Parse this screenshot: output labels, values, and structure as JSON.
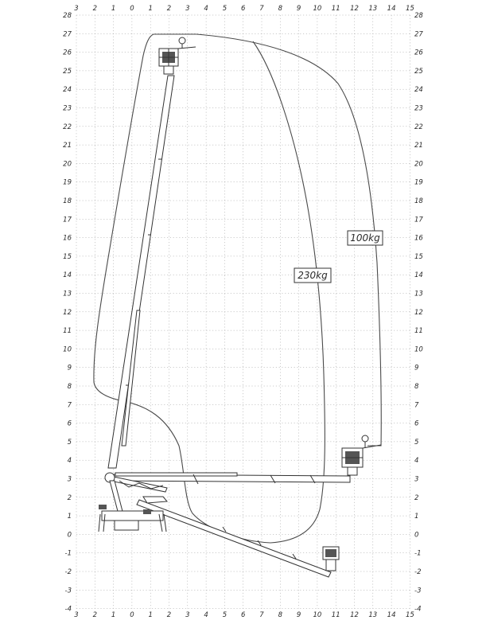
{
  "diagram": {
    "x_axis_labels": [
      "3",
      "2",
      "1",
      "0",
      "1",
      "2",
      "3",
      "4",
      "5",
      "6",
      "7",
      "8",
      "9",
      "10",
      "11",
      "12",
      "13",
      "14",
      "15"
    ],
    "y_axis_labels": [
      "28",
      "27",
      "26",
      "25",
      "24",
      "23",
      "22",
      "21",
      "20",
      "19",
      "18",
      "17",
      "16",
      "15",
      "14",
      "13",
      "12",
      "11",
      "10",
      "9",
      "8",
      "7",
      "6",
      "5",
      "4",
      "3",
      "2",
      "1",
      "0",
      "-1",
      "-2",
      "-3",
      "-4"
    ],
    "load_labels": {
      "outer": "100kg",
      "inner": "230kg"
    },
    "colors": {
      "line": "#333333",
      "grid": "#9a9a9a",
      "background": "#ffffff"
    }
  }
}
